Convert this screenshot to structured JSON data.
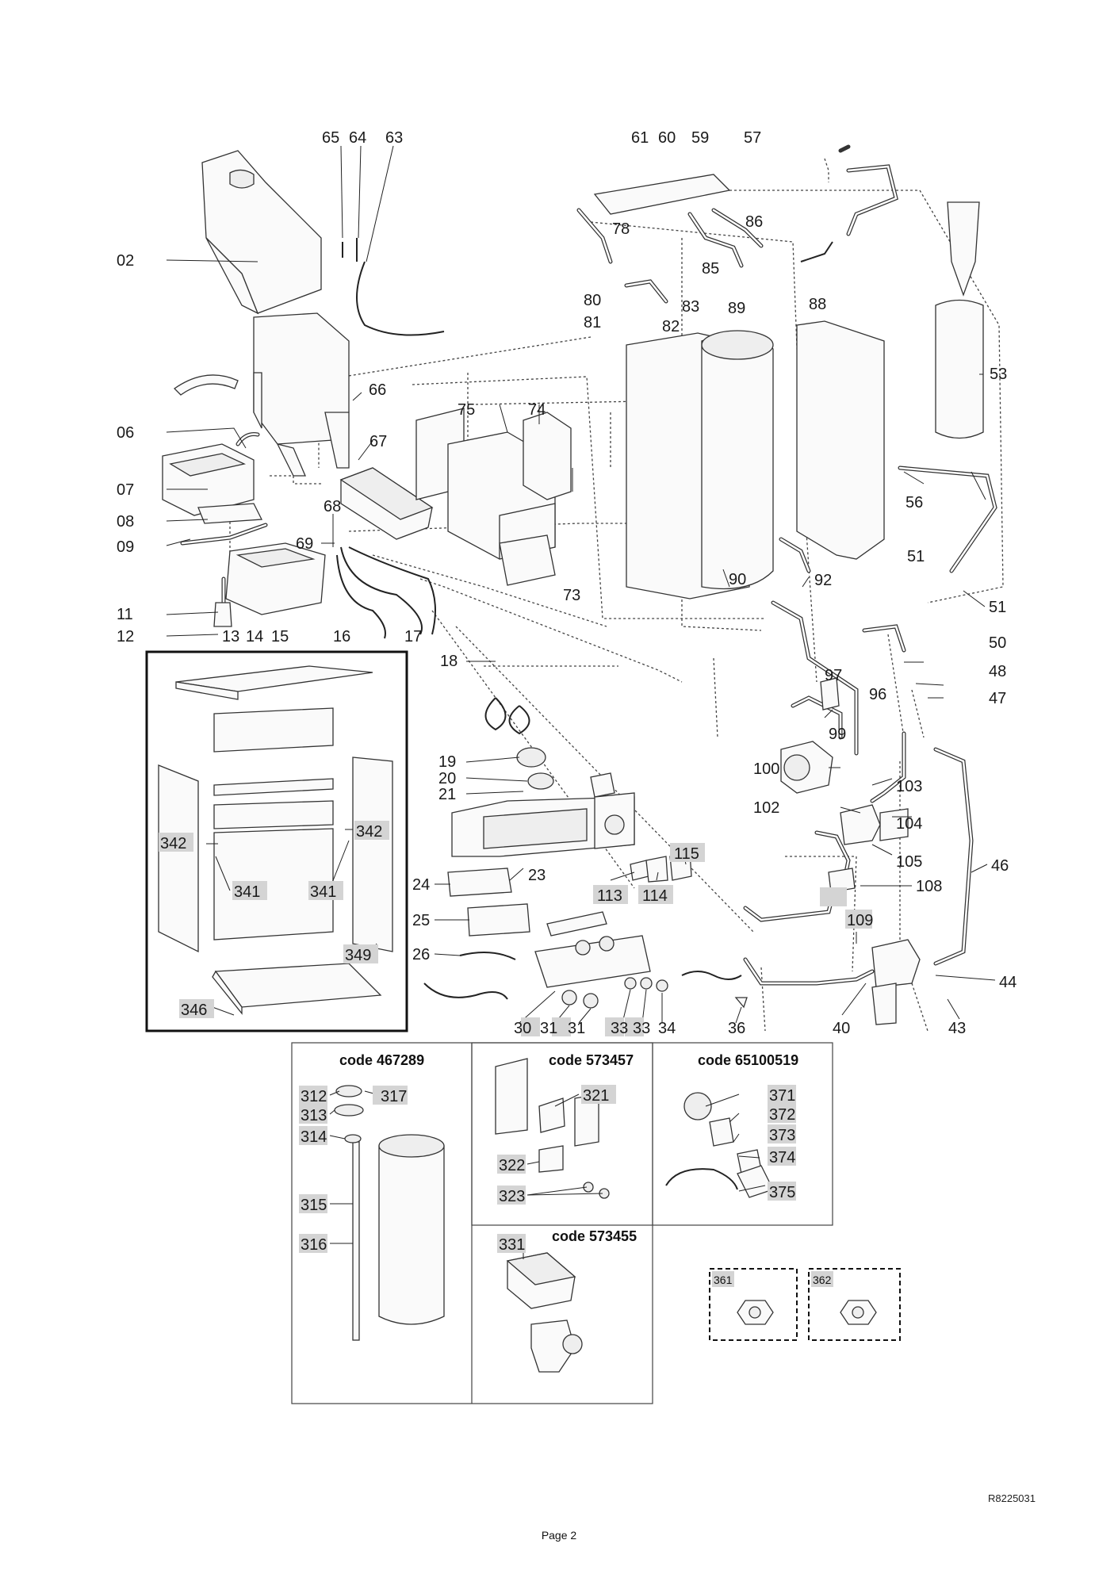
{
  "diagram": {
    "labels": {
      "p65": "65",
      "p64": "64",
      "p63": "63",
      "p61": "61",
      "p60": "60",
      "p59": "59",
      "p57": "57",
      "p02": "02",
      "p86": "86",
      "p78": "78",
      "p85": "85",
      "p80": "80",
      "p83": "83",
      "p89": "89",
      "p88": "88",
      "p81": "81",
      "p82": "82",
      "p53": "53",
      "p66": "66",
      "p75": "75",
      "p74": "74",
      "p06": "06",
      "p67": "67",
      "p07": "07",
      "p56": "56",
      "p68": "68",
      "p08": "08",
      "p09": "09",
      "p69": "69",
      "p51a": "51",
      "p90": "90",
      "p92": "92",
      "p73": "73",
      "p51b": "51",
      "p11": "11",
      "p12": "12",
      "p13": "13",
      "p14": "14",
      "p15": "15",
      "p16": "16",
      "p17": "17",
      "p50": "50",
      "p18": "18",
      "p48": "48",
      "p97": "97",
      "p96": "96",
      "p47": "47",
      "p99": "99",
      "p19": "19",
      "p20": "20",
      "p100": "100",
      "p103": "103",
      "p21": "21",
      "p102": "102",
      "p104": "104",
      "p105": "105",
      "p46": "46",
      "p115": "115",
      "p23": "23",
      "p24": "24",
      "p113": "113",
      "p114": "114",
      "p108": "108",
      "p109": "109",
      "p25": "25",
      "p26": "26",
      "p44": "44",
      "p30": "30",
      "p31a": "31",
      "p31b": "31",
      "p33a": "33",
      "p33b": "33",
      "p34": "34",
      "p36": "36",
      "p40": "40",
      "p43": "43",
      "p342a": "342",
      "p342b": "342",
      "p341a": "341",
      "p341b": "341",
      "p349": "349",
      "p346": "346"
    },
    "kits": {
      "k1": {
        "title": "code 467289",
        "parts": [
          "312",
          "313",
          "314",
          "315",
          "316",
          "317"
        ]
      },
      "k2": {
        "title": "code 573457",
        "parts": [
          "321",
          "322",
          "323"
        ]
      },
      "k3": {
        "title": "code 65100519",
        "parts": [
          "371",
          "372",
          "373",
          "374",
          "375"
        ]
      },
      "k4": {
        "title": "code 573455",
        "parts": [
          "331"
        ]
      }
    },
    "variants": [
      "361",
      "362"
    ]
  },
  "footer": {
    "reference": "R8225031",
    "page": "Page 2"
  }
}
